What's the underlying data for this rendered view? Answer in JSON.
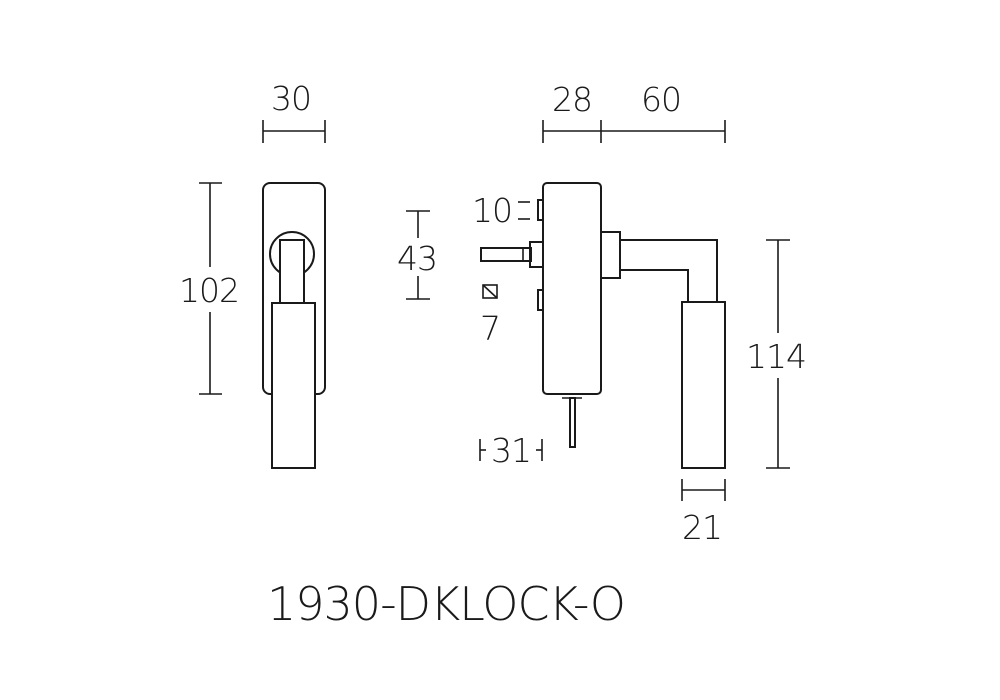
{
  "dimensions": {
    "front_width": "30",
    "front_height": "102",
    "side_depth": "28",
    "side_lever_length": "60",
    "spindle_offset": "10",
    "spindle_spacing": "43",
    "square_size": "7",
    "lower_pin": "31",
    "lever_height": "114",
    "grip_width": "21"
  },
  "product_code": "1930-DKLOCK-O"
}
